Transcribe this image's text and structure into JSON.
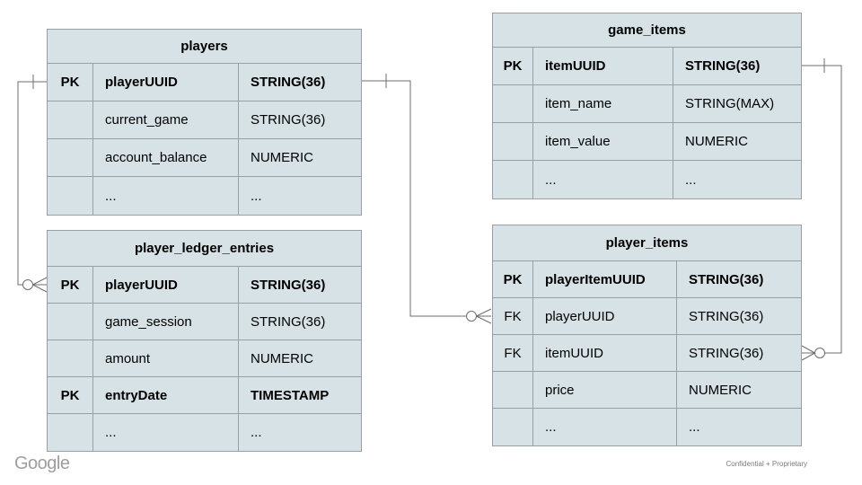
{
  "diagram": {
    "tables": {
      "players": {
        "title": "players",
        "rows": [
          {
            "key": "PK",
            "name": "playerUUID",
            "type": "STRING(36)"
          },
          {
            "key": "",
            "name": "current_game",
            "type": "STRING(36)"
          },
          {
            "key": "",
            "name": "account_balance",
            "type": "NUMERIC"
          },
          {
            "key": "",
            "name": "...",
            "type": "..."
          }
        ]
      },
      "game_items": {
        "title": "game_items",
        "rows": [
          {
            "key": "PK",
            "name": "itemUUID",
            "type": "STRING(36)"
          },
          {
            "key": "",
            "name": "item_name",
            "type": "STRING(MAX)"
          },
          {
            "key": "",
            "name": "item_value",
            "type": "NUMERIC"
          },
          {
            "key": "",
            "name": "...",
            "type": "..."
          }
        ]
      },
      "player_ledger_entries": {
        "title": "player_ledger_entries",
        "rows": [
          {
            "key": "PK",
            "name": "playerUUID",
            "type": "STRING(36)"
          },
          {
            "key": "",
            "name": "game_session",
            "type": "STRING(36)"
          },
          {
            "key": "",
            "name": "amount",
            "type": "NUMERIC"
          },
          {
            "key": "PK",
            "name": "entryDate",
            "type": "TIMESTAMP"
          },
          {
            "key": "",
            "name": "...",
            "type": "..."
          }
        ]
      },
      "player_items": {
        "title": "player_items",
        "rows": [
          {
            "key": "PK",
            "name": "playerItemUUID",
            "type": "STRING(36)"
          },
          {
            "key": "FK",
            "name": "playerUUID",
            "type": "STRING(36)"
          },
          {
            "key": "FK",
            "name": "itemUUID",
            "type": "STRING(36)"
          },
          {
            "key": "",
            "name": "price",
            "type": "NUMERIC"
          },
          {
            "key": "",
            "name": "...",
            "type": "..."
          }
        ]
      }
    },
    "relationships": [
      {
        "from": "players.playerUUID",
        "to": "player_ledger_entries.playerUUID",
        "from_cardinality": "one",
        "to_cardinality": "zero-or-many"
      },
      {
        "from": "players.playerUUID",
        "to": "player_items.playerUUID",
        "from_cardinality": "one",
        "to_cardinality": "zero-or-many"
      },
      {
        "from": "game_items.itemUUID",
        "to": "player_items.itemUUID",
        "from_cardinality": "one",
        "to_cardinality": "zero-or-many"
      }
    ],
    "colors": {
      "cell_fill": "#d6e2e6",
      "table_border": "#9aa0a2",
      "relationship_line": "#6e6e6e",
      "background": "#ffffff"
    }
  },
  "footer": {
    "logo": "Google",
    "note": "Confidential + Proprietary"
  }
}
